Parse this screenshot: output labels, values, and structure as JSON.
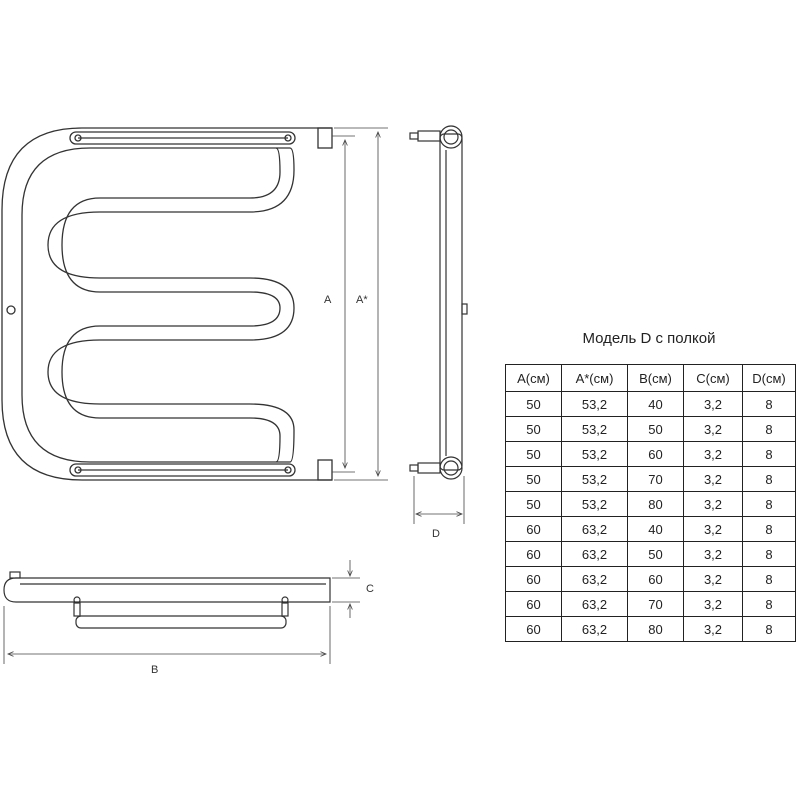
{
  "diagram": {
    "labels": {
      "a": "A",
      "a_star": "A*",
      "b": "B",
      "c": "C",
      "d": "D"
    }
  },
  "table": {
    "title": "Модель D с полкой",
    "headers": [
      "A(см)",
      "A*(см)",
      "B(см)",
      "C(см)",
      "D(см)"
    ],
    "rows": [
      [
        "50",
        "53,2",
        "40",
        "3,2",
        "8"
      ],
      [
        "50",
        "53,2",
        "50",
        "3,2",
        "8"
      ],
      [
        "50",
        "53,2",
        "60",
        "3,2",
        "8"
      ],
      [
        "50",
        "53,2",
        "70",
        "3,2",
        "8"
      ],
      [
        "50",
        "53,2",
        "80",
        "3,2",
        "8"
      ],
      [
        "60",
        "63,2",
        "40",
        "3,2",
        "8"
      ],
      [
        "60",
        "63,2",
        "50",
        "3,2",
        "8"
      ],
      [
        "60",
        "63,2",
        "60",
        "3,2",
        "8"
      ],
      [
        "60",
        "63,2",
        "70",
        "3,2",
        "8"
      ],
      [
        "60",
        "63,2",
        "80",
        "3,2",
        "8"
      ]
    ]
  }
}
